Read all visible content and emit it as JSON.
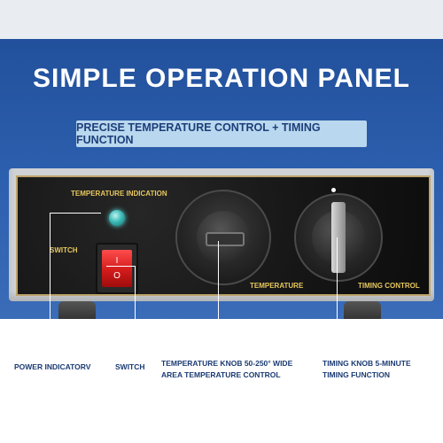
{
  "header": {
    "title": "SIMPLE OPERATION PANEL",
    "subtitle": "PRECISE TEMPERATURE CONTROL + TIMING FUNCTION"
  },
  "panel": {
    "temperature_indication": "TEMPERATURE INDICATION",
    "switch_label": "SWITCH",
    "temperature_label": "TEMPERATURE",
    "timing_label": "TIMING CONTROL",
    "switch_symbols": [
      "I",
      "O"
    ]
  },
  "callouts": {
    "power_indicator": "POWER INDICATORV",
    "switch": "SWITCH",
    "temp_knob_line1": "TEMPERATURE KNOB 50-250° WIDE",
    "temp_knob_line2": "AREA TEMPERATURE CONTROL",
    "timing_knob_line1": "TIMING KNOB 5-MINUTE",
    "timing_knob_line2": "TIMING FUNCTION"
  },
  "colors": {
    "banner": "#2c5fae",
    "panel_text": "#e7c85d",
    "callout_text": "#1b3b73",
    "led": "#3cbcb8",
    "switch": "#d31b1b"
  }
}
